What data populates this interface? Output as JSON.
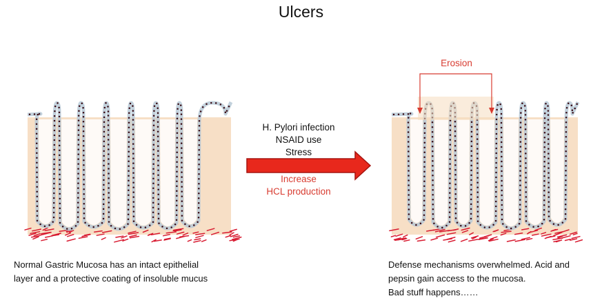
{
  "title": "Ulcers",
  "causes": [
    "H. Pylori infection",
    "NSAID use",
    "Stress"
  ],
  "result": [
    "Increase",
    "HCL production"
  ],
  "erosion_label": "Erosion",
  "caption_left": [
    "Normal Gastric Mucosa has an intact epithelial",
    "layer and a protective coating of insoluble mucus"
  ],
  "caption_right": [
    "Defense mechanisms overwhelmed.  Acid and",
    "pepsin gain access to the mucosa.",
    "Bad stuff happens……"
  ],
  "colors": {
    "tissue": "#f6dcc0",
    "mucus": "#b7c9d6",
    "epithelium_dots": "#3a0a12",
    "blood_vessels": "#d81a30",
    "arrow_fill": "#e8281c",
    "arrow_stroke": "#a51410",
    "accent_red": "#d83b30"
  },
  "icons": {
    "arrow": "right-arrow-icon",
    "bracket": "erosion-bracket-icon"
  }
}
